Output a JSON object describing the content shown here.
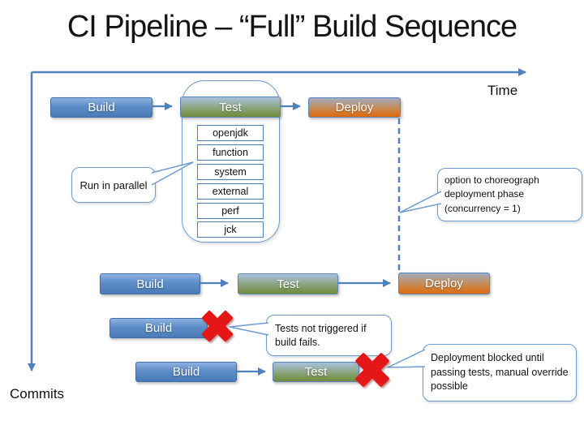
{
  "title": "CI Pipeline – “Full” Build Sequence",
  "axes": {
    "time": "Time",
    "commits": "Commits"
  },
  "colors": {
    "accent_blue": "#4f81bd",
    "callout_border": "#6e9bd2",
    "build_gradient_top": "#8fb2e0",
    "build_gradient_bottom": "#4a7bb8",
    "test_gradient_top": "#a9c2de",
    "test_gradient_bottom": "#6f8c37",
    "deploy_gradient_top": "#a2abbf",
    "deploy_gradient_bottom": "#e06a0c",
    "error_red": "#e41313"
  },
  "pipelines": {
    "row1": {
      "build": "Build",
      "test": "Test",
      "deploy": "Deploy"
    },
    "row2": {
      "build": "Build",
      "test": "Test",
      "deploy": "Deploy"
    },
    "row3": {
      "build": "Build"
    },
    "row4": {
      "build": "Build",
      "test": "Test"
    }
  },
  "test_suites": [
    "openjdk",
    "function",
    "system",
    "external",
    "perf",
    "jck"
  ],
  "callouts": {
    "run_in_parallel": "Run in parallel",
    "choreograph": "option to choreograph deployment phase (concurrency = 1)",
    "tests_not_triggered": "Tests not triggered if build fails.",
    "deployment_blocked": "Deployment blocked until passing tests, manual override possible"
  }
}
